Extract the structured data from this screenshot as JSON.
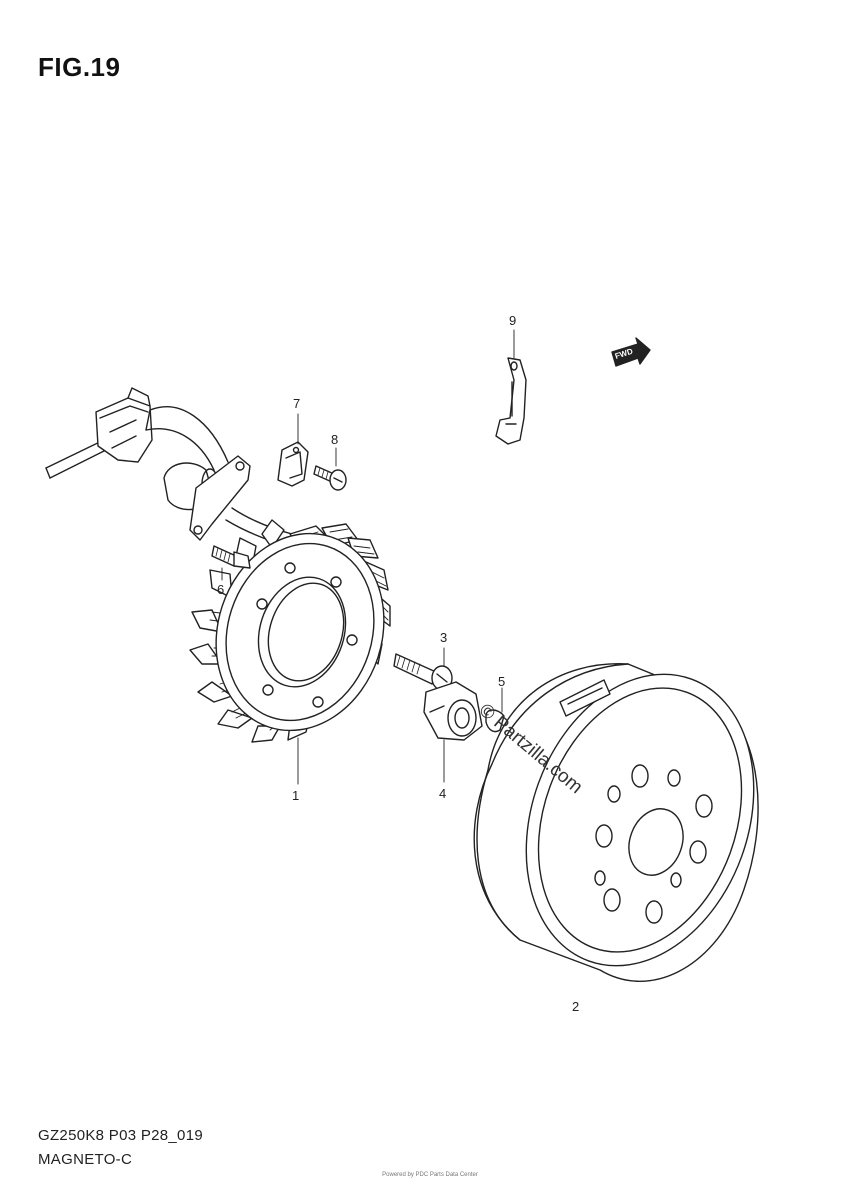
{
  "figure": {
    "title": "FIG.19"
  },
  "callouts": [
    {
      "label": "1"
    },
    {
      "label": "2"
    },
    {
      "label": "3"
    },
    {
      "label": "4"
    },
    {
      "label": "5"
    },
    {
      "label": "6"
    },
    {
      "label": "7"
    },
    {
      "label": "8"
    },
    {
      "label": "9"
    }
  ],
  "forward_indicator": {
    "label": "FWD"
  },
  "watermark": {
    "text": "© Partzilla.com"
  },
  "footer": {
    "model_code": "GZ250K8 P03 P28_019",
    "section_name": "MAGNETO-C"
  },
  "fine_print": "Powered by PDC Parts Data Center"
}
